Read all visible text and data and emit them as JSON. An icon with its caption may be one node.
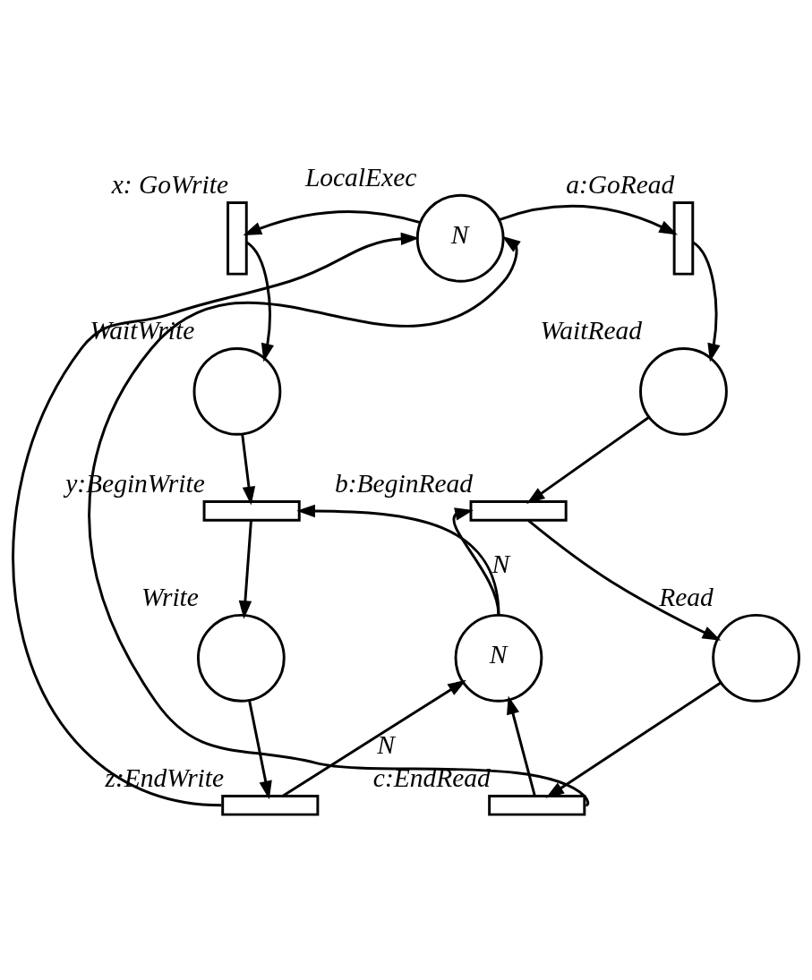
{
  "diagram": {
    "nodes": [
      {
        "text": [
          "N"
        ],
        "beside": [
          "LocalExec"
        ]
      },
      {
        "text": [],
        "shape": "bar",
        "beside": [
          "x: GoWrite"
        ]
      },
      {
        "text": [],
        "shape": "bar",
        "beside": [
          "a:GoRead"
        ]
      },
      {
        "text": [],
        "shape": "circle",
        "beside": [
          "WaitWrite"
        ]
      },
      {
        "text": [],
        "shape": "circle",
        "beside": [
          "WaitRead"
        ]
      },
      {
        "text": [],
        "shape": "bar",
        "beside": [
          "y:BeginWrite"
        ]
      },
      {
        "text": [],
        "shape": "bar",
        "beside": [
          "b:BeginRead"
        ]
      },
      {
        "text": [],
        "shape": "circle",
        "beside": [
          "Write"
        ]
      },
      {
        "text": [
          "N"
        ]
      },
      {
        "text": [],
        "shape": "circle",
        "beside": [
          "Read"
        ]
      },
      {
        "text": [],
        "shape": "bar",
        "beside": [
          "z:EndWrite"
        ]
      },
      {
        "text": [],
        "shape": "bar",
        "beside": [
          "c:EndRead"
        ]
      }
    ],
    "edges": [
      {
        "from": 0,
        "to": 1,
        "arrow": "to"
      },
      {
        "from": 0,
        "to": 2,
        "arrow": "to"
      },
      {
        "from": 1,
        "to": 3,
        "arrow": "to"
      },
      {
        "from": 2,
        "to": 4,
        "arrow": "to"
      },
      {
        "from": 3,
        "to": 5,
        "arrow": "to"
      },
      {
        "from": 4,
        "to": 6,
        "arrow": "to"
      },
      {
        "from": 8,
        "to": 5,
        "arrow": "to",
        "label": "N"
      },
      {
        "from": 8,
        "to": 6,
        "arrow": "to"
      },
      {
        "from": 5,
        "to": 7,
        "arrow": "to"
      },
      {
        "from": 6,
        "to": 9,
        "arrow": "to"
      },
      {
        "from": 7,
        "to": 10,
        "arrow": "to"
      },
      {
        "from": 9,
        "to": 11,
        "arrow": "to"
      },
      {
        "from": 10,
        "to": 8,
        "arrow": "to",
        "label": "N"
      },
      {
        "from": 11,
        "to": 8,
        "arrow": "to"
      },
      {
        "from": 10,
        "to": 0,
        "arrow": "to"
      },
      {
        "from": 11,
        "to": 0,
        "arrow": "to"
      }
    ]
  }
}
